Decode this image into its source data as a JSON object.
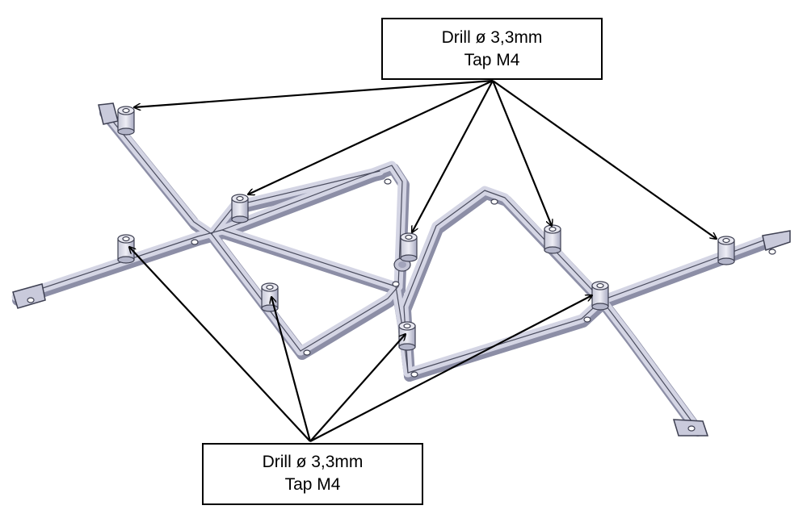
{
  "callouts": {
    "top": {
      "line1": "Drill ø 3,3mm",
      "line2": "Tap M4"
    },
    "bottom": {
      "line1": "Drill ø 3,3mm",
      "line2": "Tap M4"
    }
  },
  "colors": {
    "frame_fill": "#d4d5e4",
    "frame_edge": "#4a4c5e",
    "frame_shadow": "#8c8ea6",
    "leader": "#000000"
  }
}
